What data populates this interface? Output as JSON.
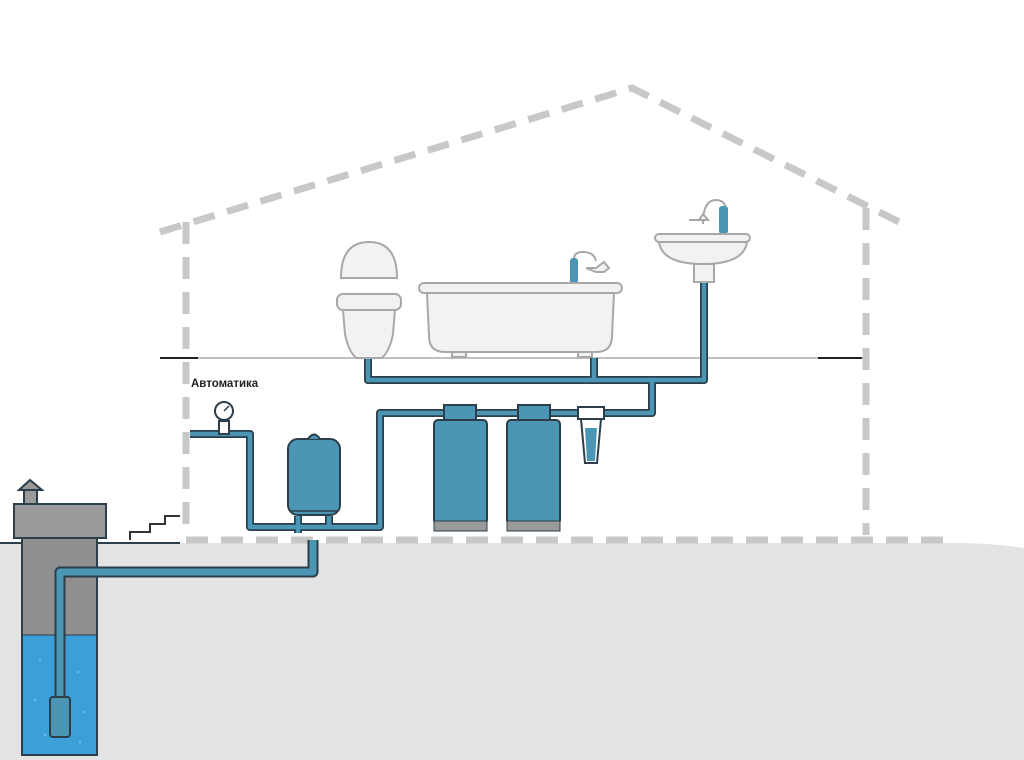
{
  "diagram": {
    "label_automation": "Автоматика"
  },
  "colors": {
    "ground": "#e3e3e3",
    "house_outline": "#c8c8c8",
    "pipe": "#4a96b4",
    "pipe_outline": "#2c3e4a",
    "equipment_blue": "#4a96b4",
    "water": "#3d9fd8",
    "well_shaft": "#8f8f8f",
    "fixture_fill": "#f2f2f2",
    "fixture_stroke": "#a8a8a8"
  },
  "components": [
    {
      "name": "well",
      "icon": "well-icon"
    },
    {
      "name": "submersible-pump",
      "icon": "pump-icon"
    },
    {
      "name": "pressure-gauge",
      "icon": "gauge-icon"
    },
    {
      "name": "hydro-accumulator",
      "icon": "tank-icon"
    },
    {
      "name": "filter-1",
      "icon": "filter-icon"
    },
    {
      "name": "filter-2",
      "icon": "filter-icon"
    },
    {
      "name": "cartridge-filter",
      "icon": "cartridge-filter-icon"
    },
    {
      "name": "toilet",
      "icon": "toilet-icon"
    },
    {
      "name": "bathtub",
      "icon": "bathtub-icon"
    },
    {
      "name": "sink",
      "icon": "sink-icon"
    }
  ]
}
